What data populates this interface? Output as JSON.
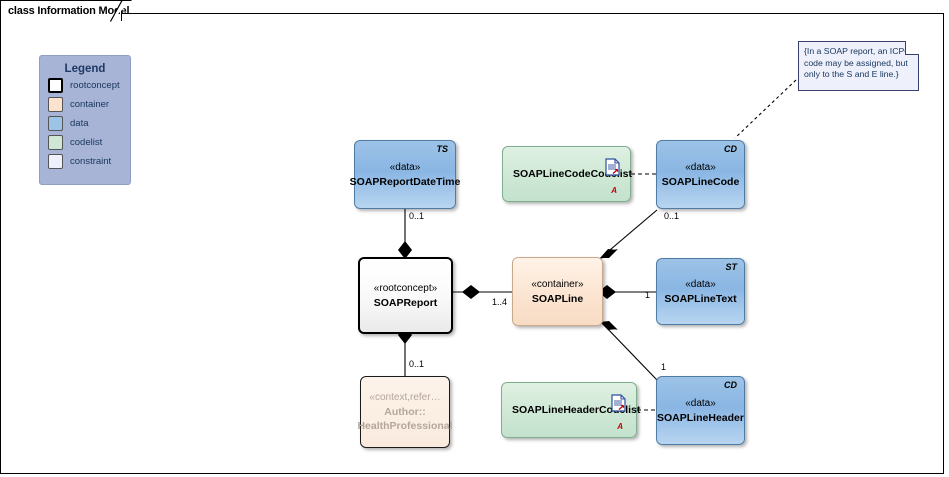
{
  "diagram": {
    "title": "class Information Model"
  },
  "legend": {
    "title": "Legend",
    "items": [
      {
        "label": "rootconcept",
        "color": "#ffffff",
        "kind": "root"
      },
      {
        "label": "container",
        "color": "#fbe3cf",
        "kind": "plain"
      },
      {
        "label": "data",
        "color": "#9dc3e6",
        "kind": "plain"
      },
      {
        "label": "codelist",
        "color": "#cfe8d6",
        "kind": "plain"
      },
      {
        "label": "constraint",
        "color": "#eef0fb",
        "kind": "plain"
      }
    ]
  },
  "note": {
    "text": "{In a SOAP report, an ICPC code may be assigned, but only to the S and E line.}"
  },
  "nodes": {
    "soap_report_datetime": {
      "stereotype": "«data»",
      "name": "SOAPReportDateTime",
      "tag": "TS"
    },
    "soap_line_code_codelist": {
      "name": "SOAPLineCodeCodelist",
      "marker": "A"
    },
    "soap_line_code": {
      "stereotype": "«data»",
      "name": "SOAPLineCode",
      "tag": "CD"
    },
    "soap_report": {
      "stereotype": "«rootconcept»",
      "name": "SOAPReport"
    },
    "soap_line": {
      "stereotype": "«container»",
      "name": "SOAPLine"
    },
    "soap_line_text": {
      "stereotype": "«data»",
      "name": "SOAPLineText",
      "tag": "ST"
    },
    "soap_line_header_codelist": {
      "name": "SOAPLineHeaderCodelist",
      "marker": "A"
    },
    "soap_line_header": {
      "stereotype": "«data»",
      "name": "SOAPLineHeader",
      "tag": "CD"
    },
    "author": {
      "stereotype": "«context,refer…",
      "name_line1": "Author::",
      "name_line2": "HealthProfessional"
    }
  },
  "multiplicities": {
    "report_datetime": "0..1",
    "line_code": "0..1",
    "report_line": "1..4",
    "line_text": "1",
    "line_header": "1",
    "report_author": "0..1"
  },
  "colors": {
    "data": "#9dc3e6",
    "container": "#fbe3cf",
    "codelist": "#cfe8d6",
    "constraint": "#eef0fb",
    "rootconcept": "#ffffff",
    "legend_bg": "#a8b4d6",
    "note_bg": "#eef0fb",
    "text": "#17365d",
    "marker": "#c00000"
  }
}
